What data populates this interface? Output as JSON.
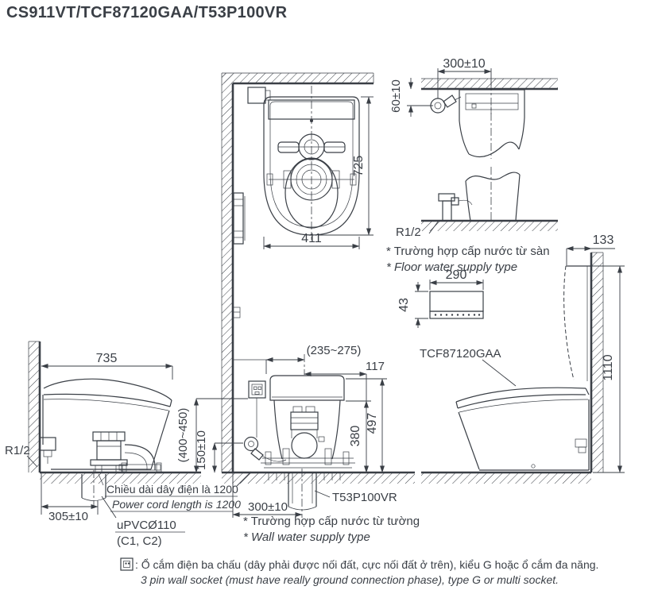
{
  "title": "CS911VT/TCF87120GAA/T53P100VR",
  "colors": {
    "line": "#3a3f46",
    "background": "#ffffff"
  },
  "plan_view": {
    "depth": "725",
    "width": "411"
  },
  "floor_supply_view": {
    "offset_from_center": "300±10",
    "offset_from_wall": "60±10",
    "thread_type": "R1/2",
    "caption_vi": "* Trường hợp cấp nước từ sàn",
    "caption_en": "* Floor water supply type"
  },
  "side_view_right": {
    "wall_clearance": "133",
    "remote": {
      "width": "290",
      "height": "43"
    },
    "washlet_model": "TCF87120GAA",
    "total_height": "1110"
  },
  "side_view_left": {
    "depth": "735",
    "thread_type": "R1/2",
    "rough_in": "305±10",
    "drain_pipe": "uPVCØ110",
    "drain_pipe_note": "(C1, C2)",
    "power_cord_vi": "Chiều dài dây điện là 1200",
    "power_cord_en": "Power cord length is 1200"
  },
  "rear_view": {
    "center_range": "(235~275)",
    "dim_117": "117",
    "socket_height_range": "(400~450)",
    "valve_height": "150±10",
    "height_380": "380",
    "height_497": "497",
    "rough_in": "300±10",
    "drain_model": "T53P100VR",
    "caption_vi": "* Trường hợp cấp nước từ tường",
    "caption_en": "* Wall water supply type"
  },
  "footnote": {
    "vi": ": Ổ cắm điện ba chấu (dây phải được nối đất, cực nối đất ở trên), kiểu G hoặc ổ cắm đa năng.",
    "en": "3 pin wall socket (must have really ground connection phase), type G or multi socket."
  }
}
